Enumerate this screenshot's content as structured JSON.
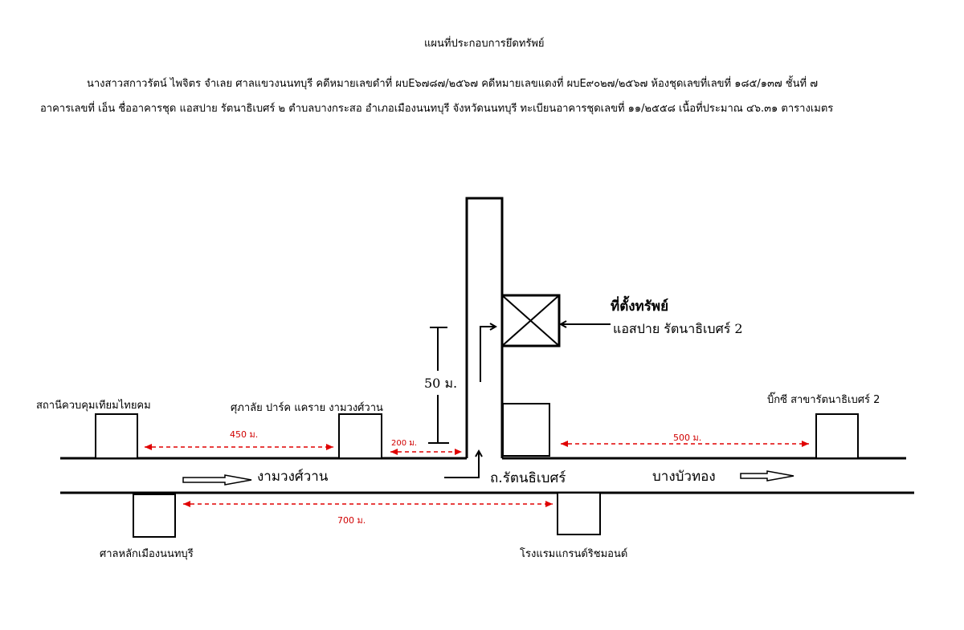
{
  "header": {
    "title": "แผนที่ประกอบการยึดทรัพย์",
    "line1": "นางสาวสกาวรัตน์ ไพจิตร จำเลย ศาลแขวงนนทบุรี  คดีหมายเลขดำที่ ผบE๖๗๘๗/๒๕๖๗ คดีหมายเลขแดงที่ ผบE๙๐๒๗/๒๕๖๗ ห้องชุดเลขที่เลขที่ ๑๘๕/๑๓๗ ชั้นที่ ๗",
    "line2": "อาคารเลขที่ เอ็น ชื่ออาคารชุด แอสปาย รัตนาธิเบศร์ ๒  ตำบลบางกระสอ อำเภอเมืองนนทบุรี จังหวัดนนทบุรี ทะเบียนอาคารชุดเลขที่ ๑๑/๒๕๕๘ เนื้อที่ประมาณ ๔๖.๓๑ ตารางเมตร"
  },
  "map": {
    "property_title": "ที่ตั้งทรัพย์",
    "property_name": "แอสปาย รัตนาธิเบศร์ 2",
    "roads": {
      "left": "งามวงศ์วาน",
      "center": "ถ.รัตนธิเบศร์",
      "right": "บางบัวทอง"
    },
    "landmarks": {
      "thaicom": "สถานีควบคุมเทียมไทยคม",
      "supalai": "ศุภาลัย ปาร์ค แคราย งามวงศ์วาน",
      "bigc": "บิ๊กซี สาขารัตนาธิเบศร์ 2",
      "shrine": "ศาลหลักเมืองนนทบุรี",
      "hotel": "โรงแรมแกรนด์ริชมอนด์"
    },
    "distances": {
      "d450": "450 ม.",
      "d200": "200 ม.",
      "d500": "500 ม.",
      "d700": "700 ม.",
      "d50": "50 ม."
    },
    "distance_color": "#e00000"
  }
}
